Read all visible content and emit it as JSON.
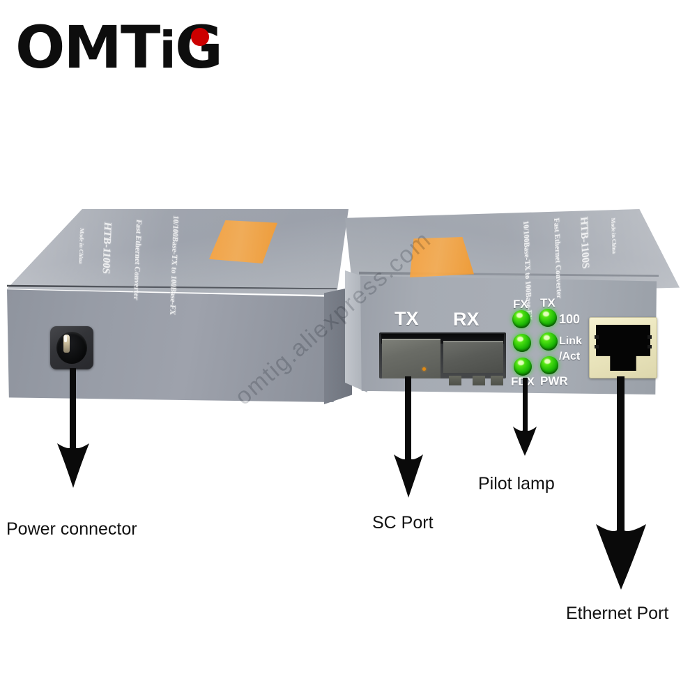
{
  "brand": {
    "logo_text_main": "OMT",
    "logo_text_i": "i",
    "logo_text_g": "G",
    "logo_full": "OMTiG",
    "dot_color": "#cc0000",
    "logo_color": "#0d0d0d"
  },
  "watermark": {
    "text": "omtig.aliexpress.com"
  },
  "devices": {
    "left": {
      "view": "rear",
      "silkscreen": [
        "10/100Base-TX to 100Base-FX",
        "Fast Ethernet Converter",
        "HTB-1100S",
        "Made in China"
      ],
      "sticker_text": "",
      "body_color": "#9ba0aa",
      "ports": {
        "power_connector": "DC barrel jack"
      }
    },
    "right": {
      "view": "front",
      "silkscreen": [
        "10/100Base-TX to 100Base-FX",
        "Fast Ethernet Converter",
        "HTB-1100S",
        "Made in China"
      ],
      "sticker_text": "",
      "body_color": "#a6abb3",
      "panel": {
        "fiber_labels": [
          "TX",
          "RX"
        ],
        "led_labels_top": [
          "FX",
          "TX"
        ],
        "led_labels_bottom": [
          "FDX",
          "PWR"
        ],
        "led_labels_right": [
          "100",
          "Link",
          "/Act"
        ],
        "led_color": "#2fd40c",
        "led_count": 6,
        "rj45_color": "#ece7bf"
      }
    }
  },
  "annotations": [
    {
      "id": "power-connector",
      "label": "Power connector"
    },
    {
      "id": "sc-port",
      "label": "SC Port"
    },
    {
      "id": "pilot-lamp",
      "label": "Pilot lamp"
    },
    {
      "id": "ethernet-port",
      "label": "Ethernet Port"
    }
  ],
  "colors": {
    "background": "#ffffff",
    "arrow": "#0a0a0a",
    "sticker_orange": "#f7a43f",
    "text": "#111111"
  }
}
